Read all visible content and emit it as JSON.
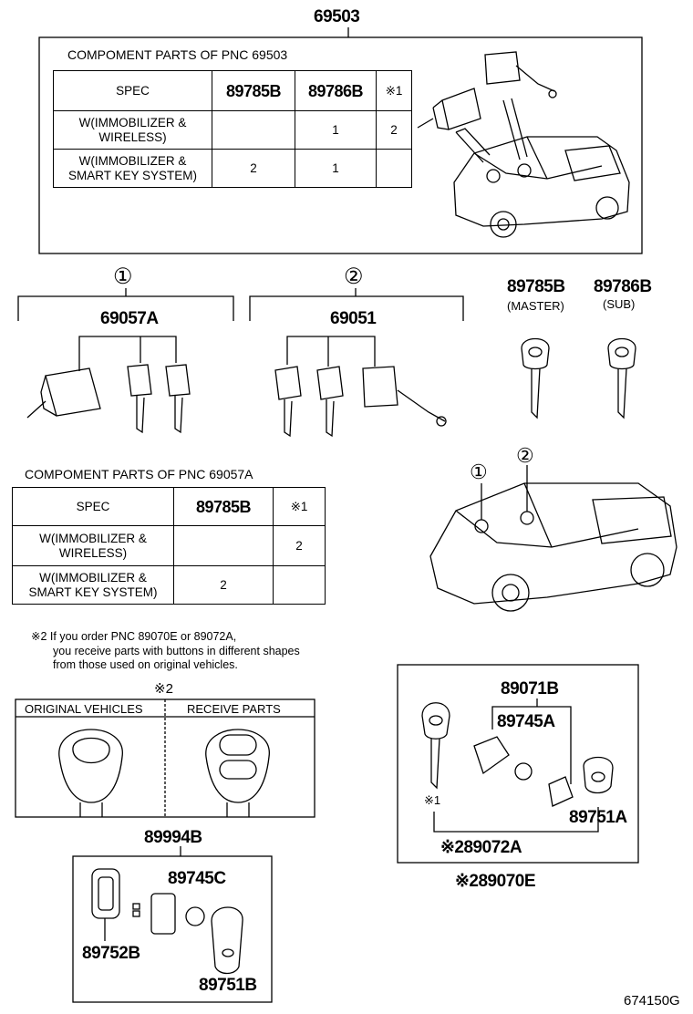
{
  "top": {
    "pnc": "69503",
    "caption": "COMPOMENT PARTS OF PNC 69503",
    "table": {
      "headers": [
        "SPEC",
        "89785B",
        "89786B",
        "※1"
      ],
      "rows": [
        {
          "spec": "W(IMMOBILIZER &\nWIRELESS)",
          "c1": "",
          "c2": "1",
          "c3": "2"
        },
        {
          "spec": "W(IMMOBILIZER &\nSMART KEY SYSTEM)",
          "c1": "2",
          "c2": "1",
          "c3": ""
        }
      ]
    }
  },
  "groups": {
    "g1_marker": "①",
    "g1_pnc": "69057A",
    "g2_marker": "②",
    "g2_pnc": "69051",
    "master_pnc": "89785B",
    "master_note": "(MASTER)",
    "sub_pnc": "89786B",
    "sub_note": "(SUB)"
  },
  "mid": {
    "caption": "COMPOMENT PARTS OF PNC 69057A",
    "table": {
      "headers": [
        "SPEC",
        "89785B",
        "※1"
      ],
      "rows": [
        {
          "spec": "W(IMMOBILIZER &\nWIRELESS)",
          "c1": "",
          "c2": "2"
        },
        {
          "spec": "W(IMMOBILIZER &\nSMART KEY SYSTEM)",
          "c1": "2",
          "c2": ""
        }
      ]
    },
    "car_marker1": "①",
    "car_marker2": "②"
  },
  "note": {
    "line1": "※2 If you order PNC 89070E or 89072A,",
    "line2": "you receive parts with buttons in different shapes",
    "line3": "from those used on original vehicles."
  },
  "compare": {
    "mark": "※2",
    "original": "ORIGINAL VEHICLES",
    "receive": "RECEIVE PARTS"
  },
  "bottom_left": {
    "pnc": "89994B",
    "p1": "89745C",
    "p2": "89752B",
    "p3": "89751B"
  },
  "bottom_right": {
    "p_top": "89071B",
    "p_battery": "89745A",
    "p_cover": "89751A",
    "key_mark": "※1",
    "p_set": "※289072A",
    "p_outer": "※289070E"
  },
  "footer_code": "674150G"
}
